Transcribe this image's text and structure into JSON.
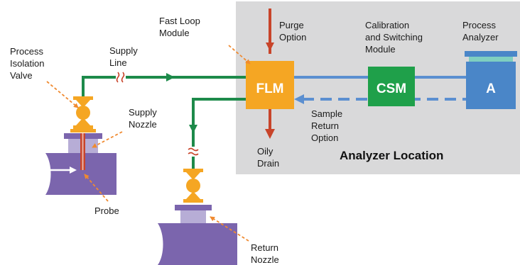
{
  "colors": {
    "analyzer_area": "#d9d9da",
    "flm": "#f5a623",
    "csm": "#1fa04a",
    "analyzer": "#4a86c8",
    "green_line": "#1d8a4a",
    "blue_line": "#5b8fd0",
    "red_line": "#c8442a",
    "pipe": "#7b65ad",
    "arrow_orange": "#f08a30",
    "valve": "#f5a623",
    "nozzle": "#b7add6"
  },
  "labels": {
    "fast_loop_module": [
      "Fast Loop",
      "Module"
    ],
    "purge_option": [
      "Purge",
      "Option"
    ],
    "calibration": [
      "Calibration",
      "and Switching",
      "Module"
    ],
    "process_analyzer": [
      "Process",
      "Analyzer"
    ],
    "process_isolation_valve": [
      "Process",
      "Isolation",
      "Valve"
    ],
    "supply_line": [
      "Supply",
      "Line"
    ],
    "supply_nozzle": [
      "Supply",
      "Nozzle"
    ],
    "sample_return": [
      "Sample",
      "Return",
      "Option"
    ],
    "oily_drain": [
      "Oily",
      "Drain"
    ],
    "probe": "Probe",
    "return_nozzle": [
      "Return",
      "Nozzle"
    ],
    "analyzer_location": "Analyzer Location"
  },
  "boxes": {
    "flm": "FLM",
    "csm": "CSM",
    "analyzer": "A"
  }
}
